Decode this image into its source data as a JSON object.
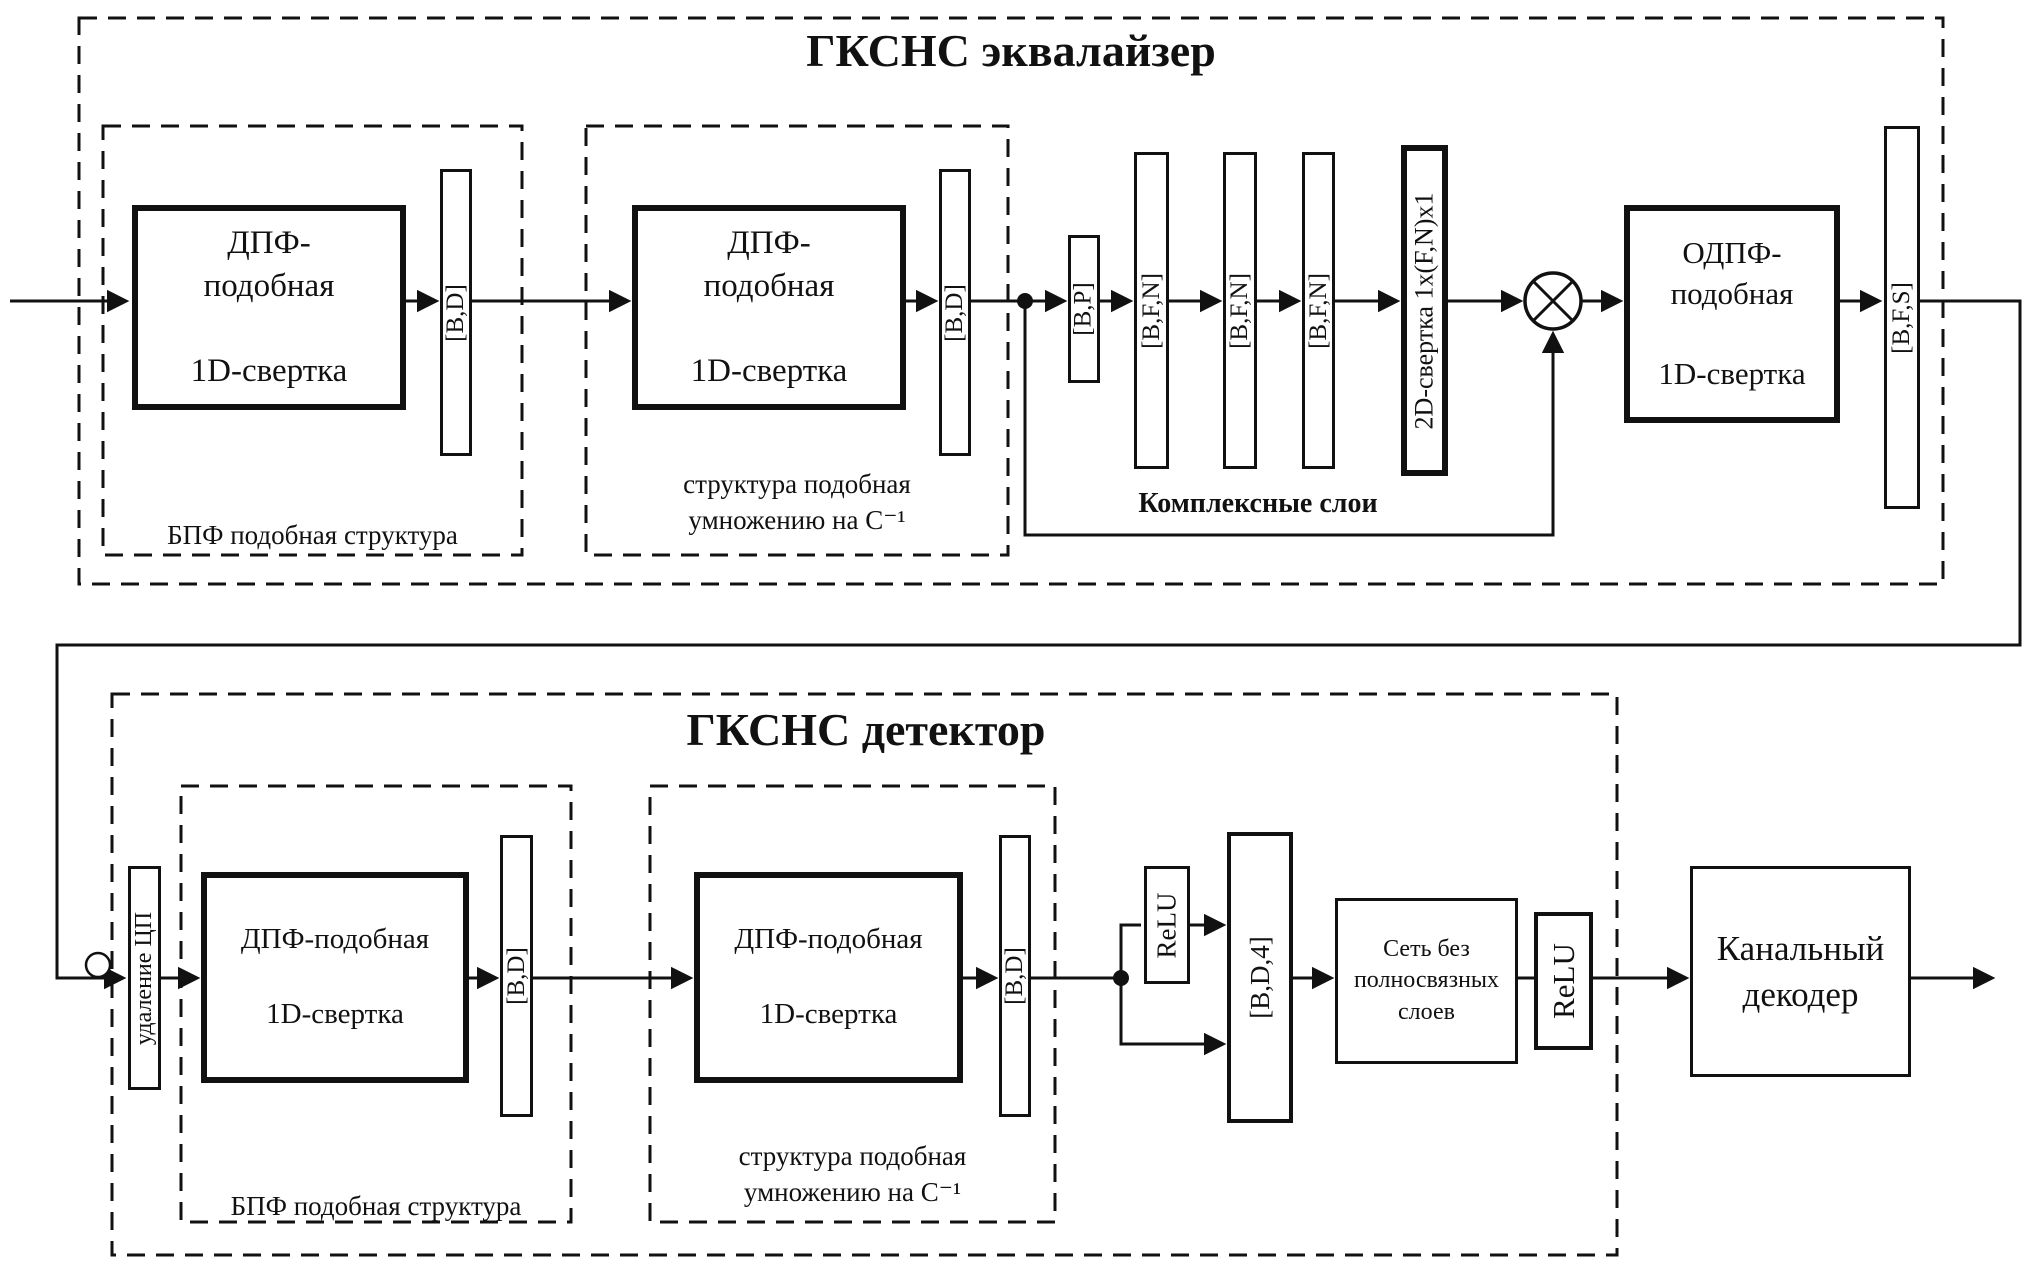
{
  "colors": {
    "ink": "#111111",
    "paper": "#ffffff"
  },
  "equalizer": {
    "title": "ГКСНС эквалайзер",
    "fft_group": {
      "caption": "БПФ подобная структура",
      "conv_box": "ДПФ-\nподобная\n\n1D-свертка",
      "dim": "[B,D]"
    },
    "cinv_group": {
      "caption": "структура подобная\nумножению на С⁻¹",
      "conv_box": "ДПФ-\nподобная\n\n1D-свертка",
      "dim": "[B,D]"
    },
    "complex_layers": {
      "caption": "Комплексные слои",
      "dim_in": "[B,P]",
      "dim_hidden": "[B,F,N]",
      "conv2d": "2D-свертка 1x(F,N)x1"
    },
    "odft_box": "ОДПФ-\nподобная\n\n1D-свертка",
    "dim_out": "[B,F,S]"
  },
  "detector": {
    "title": "ГКСНС детектор",
    "cp_removal": "удаление ЦП",
    "fft_group": {
      "caption": "БПФ подобная структура",
      "conv_box": "ДПФ-подобная\n\n1D-свертка",
      "dim": "[B,D]"
    },
    "cinv_group": {
      "caption": "структура подобная\nумножению на С⁻¹",
      "conv_box": "ДПФ-подобная\n\n1D-свертка",
      "dim": "[B,D]"
    },
    "relu_pre": "ReLU",
    "dim_concat": "[B,D,4]",
    "dense_free_net": "Сеть без\nполносвязных\nслоев",
    "relu_post": "ReLU",
    "channel_decoder": "Канальный\nдекодер"
  }
}
